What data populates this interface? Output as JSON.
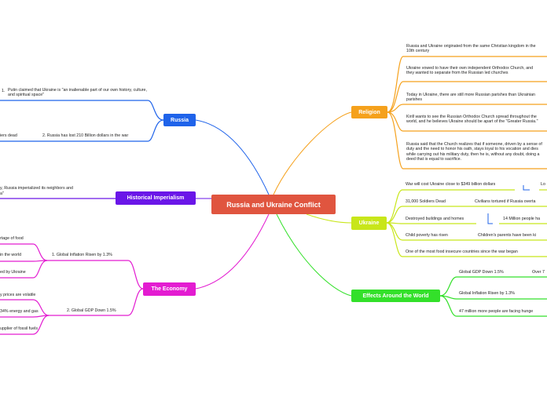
{
  "central": "Russia and Ukraine Conflict",
  "colors": {
    "central": "#e0553f",
    "religion": "#f5a11c",
    "ukraine": "#c8e61a",
    "effects": "#33e02a",
    "russia": "#1f63ea",
    "imperialism": "#6a16e8",
    "economy": "#e31cd1"
  },
  "branches": {
    "religion": {
      "label": "Religion",
      "items": [
        "Russia and Ukraine originated from the same Christian kingdom in the 10th century",
        "Ukraine vowed to have their own independent Orthodox Church, and they wanted to separate from the Russian led churches",
        "Today in Ukraine, there are still more Russian parishes than Ukrainian parishes",
        "Kirill wants to see the Russian Orthodox Church spread throughout the world, and he believes Ukraine should be apart of the \"Greater Russia.\"",
        "Russia said that the Church realizes that if someone, driven by a sense of duty and the need to honor his oath, stays loyal to his vocation and dies while carrying out his military duty, then he is, without any doubt, doing a deed that is equal to sacrifice."
      ]
    },
    "ukraine": {
      "label": "Ukraine",
      "items": [
        "War will cost Ukraine close to $349 billion dollars",
        "Lo",
        "31,000 Soldiers Dead",
        "Civilians tortured if Russia overta",
        "Destroyed buildings and homes",
        "14 Million people ha",
        "Child poverty has risen",
        "Children's parents have been ki",
        "One of the most food insecure countries since the war began"
      ]
    },
    "effects": {
      "label": "Effects Around the World",
      "items": [
        "Global GDP Down 1.5%",
        "Over 7",
        "Global Inflation Risen by 1.3%",
        "47 million more people are facing hunge"
      ]
    },
    "russia": {
      "label": "Russia",
      "items": [
        "1.",
        "Putin claimed that Ukraine is \"an inalienable part of our own history, culture, and spiritual space\"",
        "2.  Russia has lost 210 Billion dollars in the war",
        "iers dead"
      ]
    },
    "imperialism": {
      "label": "Historical Imperialism",
      "items": [
        "y, Russia imperialized its neighbors and",
        "a\""
      ]
    },
    "economy": {
      "label": "The Economy",
      "items": [
        "1.  Global Inflation Risen by 1.3%",
        "2.  Global GDP Down 1.5%",
        "rtage of food",
        "in the world",
        "ed by Ukraine",
        "y prices are volatile",
        "34% energy and gas",
        "upplier of fossil fuels"
      ]
    }
  }
}
